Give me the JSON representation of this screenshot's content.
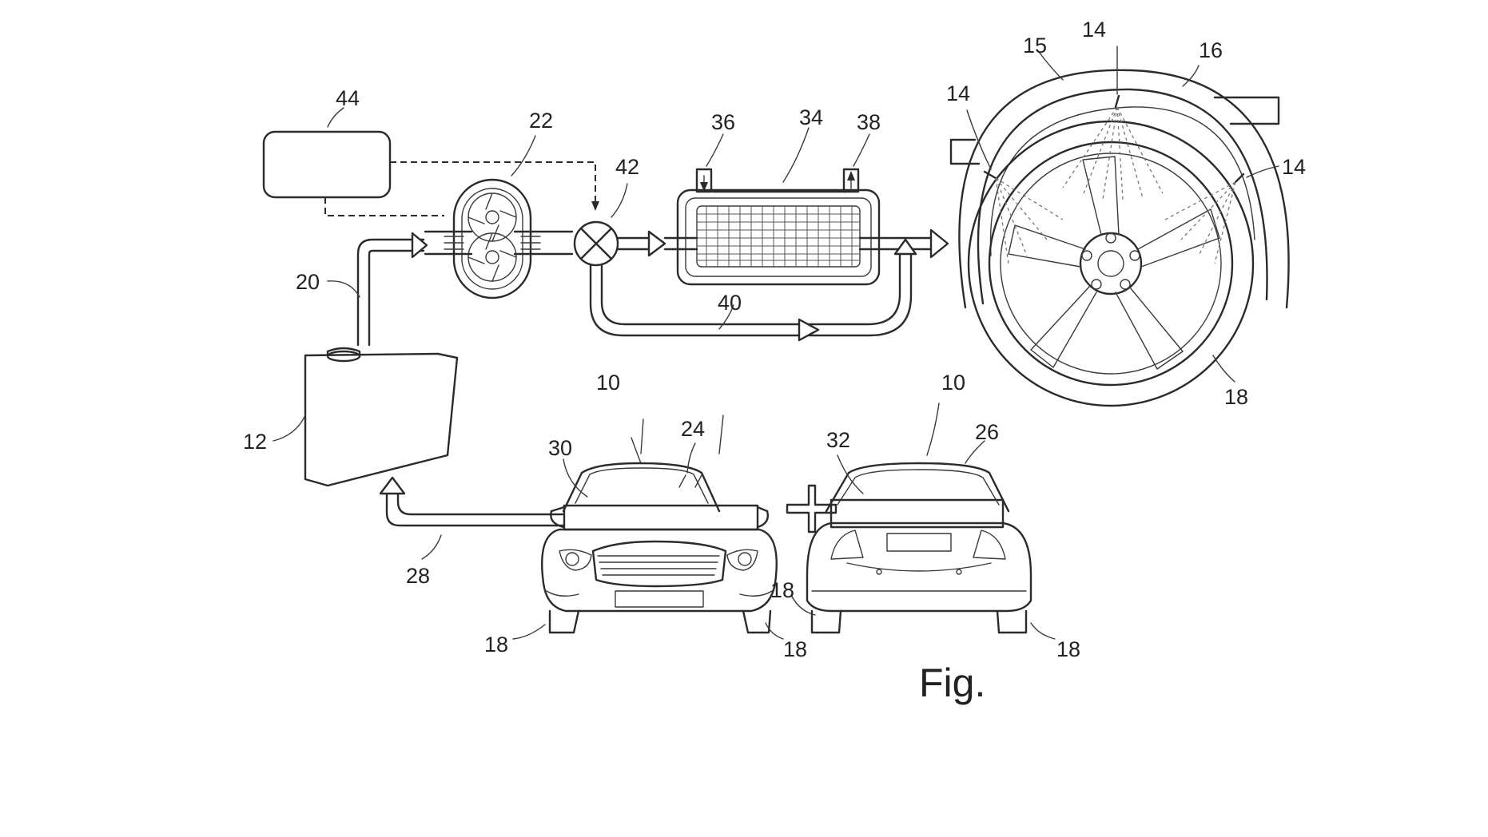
{
  "labels": {
    "l44": "44",
    "l22": "22",
    "l42": "42",
    "l36": "36",
    "l34": "34",
    "l38": "38",
    "l20": "20",
    "l40": "40",
    "l12": "12",
    "l14a": "14",
    "l14b": "14",
    "l14c": "14",
    "l15": "15",
    "l16": "16",
    "l18wheel": "18",
    "l10front": "10",
    "l10rear": "10",
    "l24": "24",
    "l30": "30",
    "l32": "32",
    "l26": "26",
    "l28": "28",
    "l18fl": "18",
    "l18fr": "18",
    "l18rl": "18",
    "l18rr": "18"
  },
  "caption": "Fig."
}
